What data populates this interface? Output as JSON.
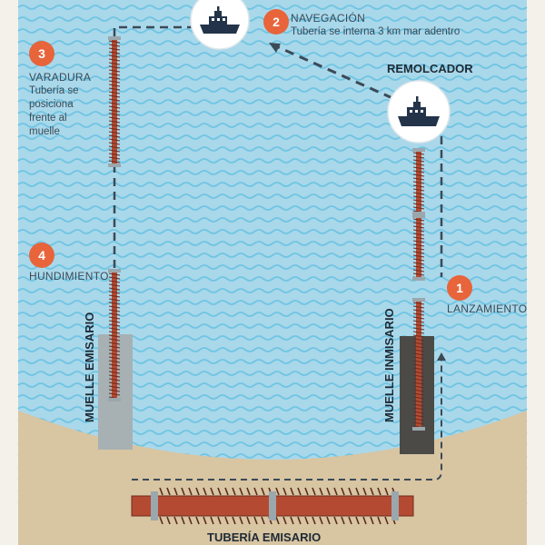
{
  "steps": [
    {
      "number": "1",
      "title": "LANZAMIENTO",
      "description": ""
    },
    {
      "number": "2",
      "title": "NAVEGACIÓN",
      "description": "Tubería se interna 3 km mar adentro"
    },
    {
      "number": "3",
      "title": "VARADURA",
      "description": "Tubería se posiciona frente al muelle"
    },
    {
      "number": "4",
      "title": "HUNDIMIENTO",
      "description": ""
    }
  ],
  "labels": {
    "tug": "REMOLCADOR",
    "pier_left": "MUELLE EMISARIO",
    "pier_right": "MUELLE INMISARIO",
    "pipe": "TUBERÍA EMISARIO"
  },
  "colors": {
    "sea": "#a9d8ea",
    "wave": "#5fbfe0",
    "sand": "#d8c5a2",
    "pipe": "#b54a32",
    "accent": "#e8643a",
    "boat": "#23344a",
    "pier_left": "#a7b1b3",
    "pier_right": "#4b4a47"
  },
  "icons": [
    "tugboat-icon",
    "tugboat-icon"
  ]
}
